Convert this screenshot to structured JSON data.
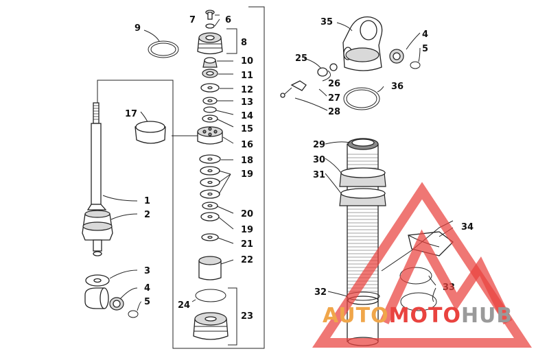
{
  "diagram": {
    "callouts": [
      "1",
      "2",
      "3",
      "4",
      "5",
      "6",
      "7",
      "8",
      "9",
      "10",
      "11",
      "12",
      "13",
      "14",
      "15",
      "16",
      "17",
      "18",
      "19",
      "19",
      "20",
      "19",
      "21",
      "22",
      "23",
      "24",
      "25",
      "26",
      "27",
      "28",
      "29",
      "30",
      "31",
      "32",
      "33",
      "34",
      "35",
      "4",
      "5",
      "36"
    ]
  },
  "watermark": {
    "text_part1": "AUTO",
    "text_part2": "MOTO",
    "text_part3": "HUB",
    "colors": {
      "red": "#e9433f",
      "orange": "#f0a64a",
      "gray": "#9a9a9a"
    },
    "logo": "triangle-m-logo"
  }
}
